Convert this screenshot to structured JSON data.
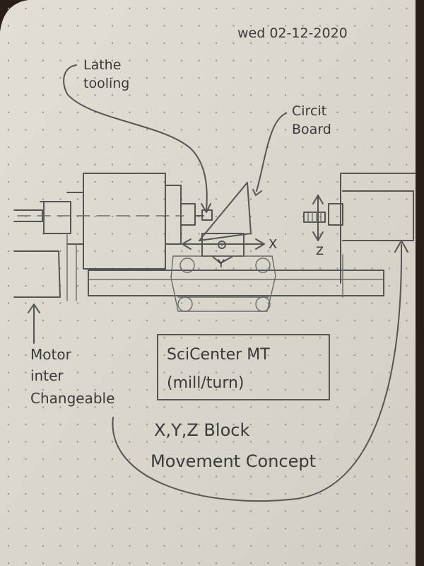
{
  "date": "wed 02-12-2020",
  "labels": {
    "lathe_tooling": [
      "Lathe",
      "tooling"
    ],
    "circuit_board": [
      "Circit",
      "Board"
    ],
    "motor": [
      "Motor",
      "inter",
      "Changeable"
    ],
    "axis_x": "X",
    "axis_y": "Y",
    "axis_z": "Z"
  },
  "title_box": [
    "SciCenter MT",
    "(mill/turn)"
  ],
  "subtitle": [
    "X,Y,Z Block",
    "Movement Concept"
  ],
  "colors": {
    "paper": "#dcd8cd",
    "pencil": "#555555",
    "background": "#2a1f18"
  }
}
